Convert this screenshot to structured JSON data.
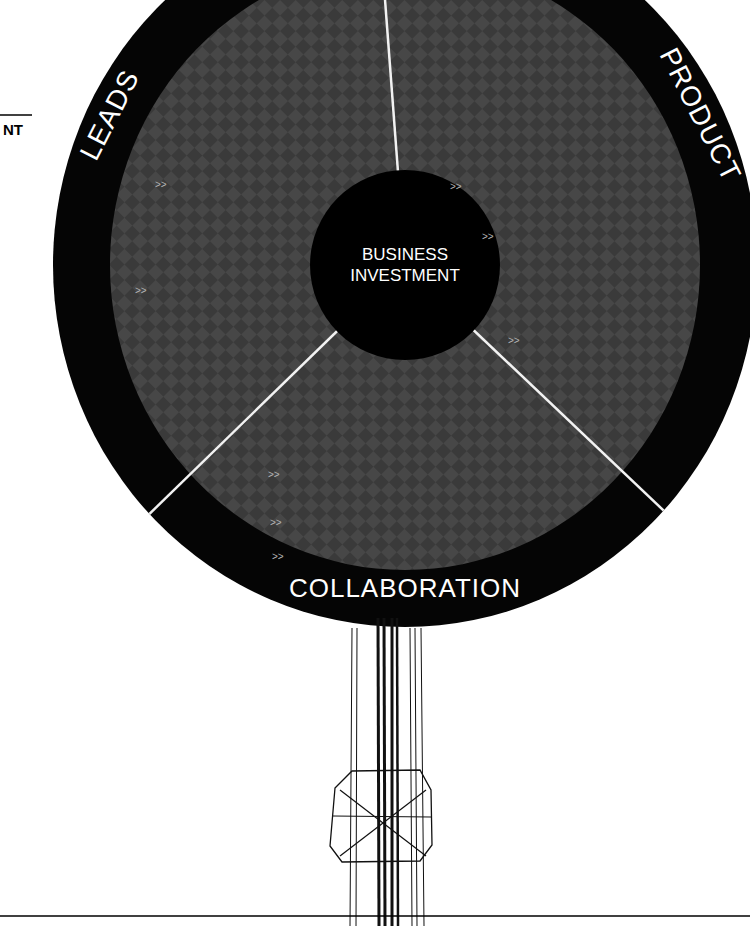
{
  "diagram": {
    "nodes": [
      {
        "text": [
          "LEADS"
        ]
      },
      {
        "text": [
          "PRODUCT"
        ]
      },
      {
        "text": [
          "BUSINESS INVESTMENT"
        ]
      },
      {
        "text": [
          "COLLABORATION"
        ]
      }
    ],
    "labels": [
      "NT",
      ">>",
      ">>",
      ">>",
      ">>",
      ">>",
      ">>",
      ">>",
      ">>"
    ]
  }
}
